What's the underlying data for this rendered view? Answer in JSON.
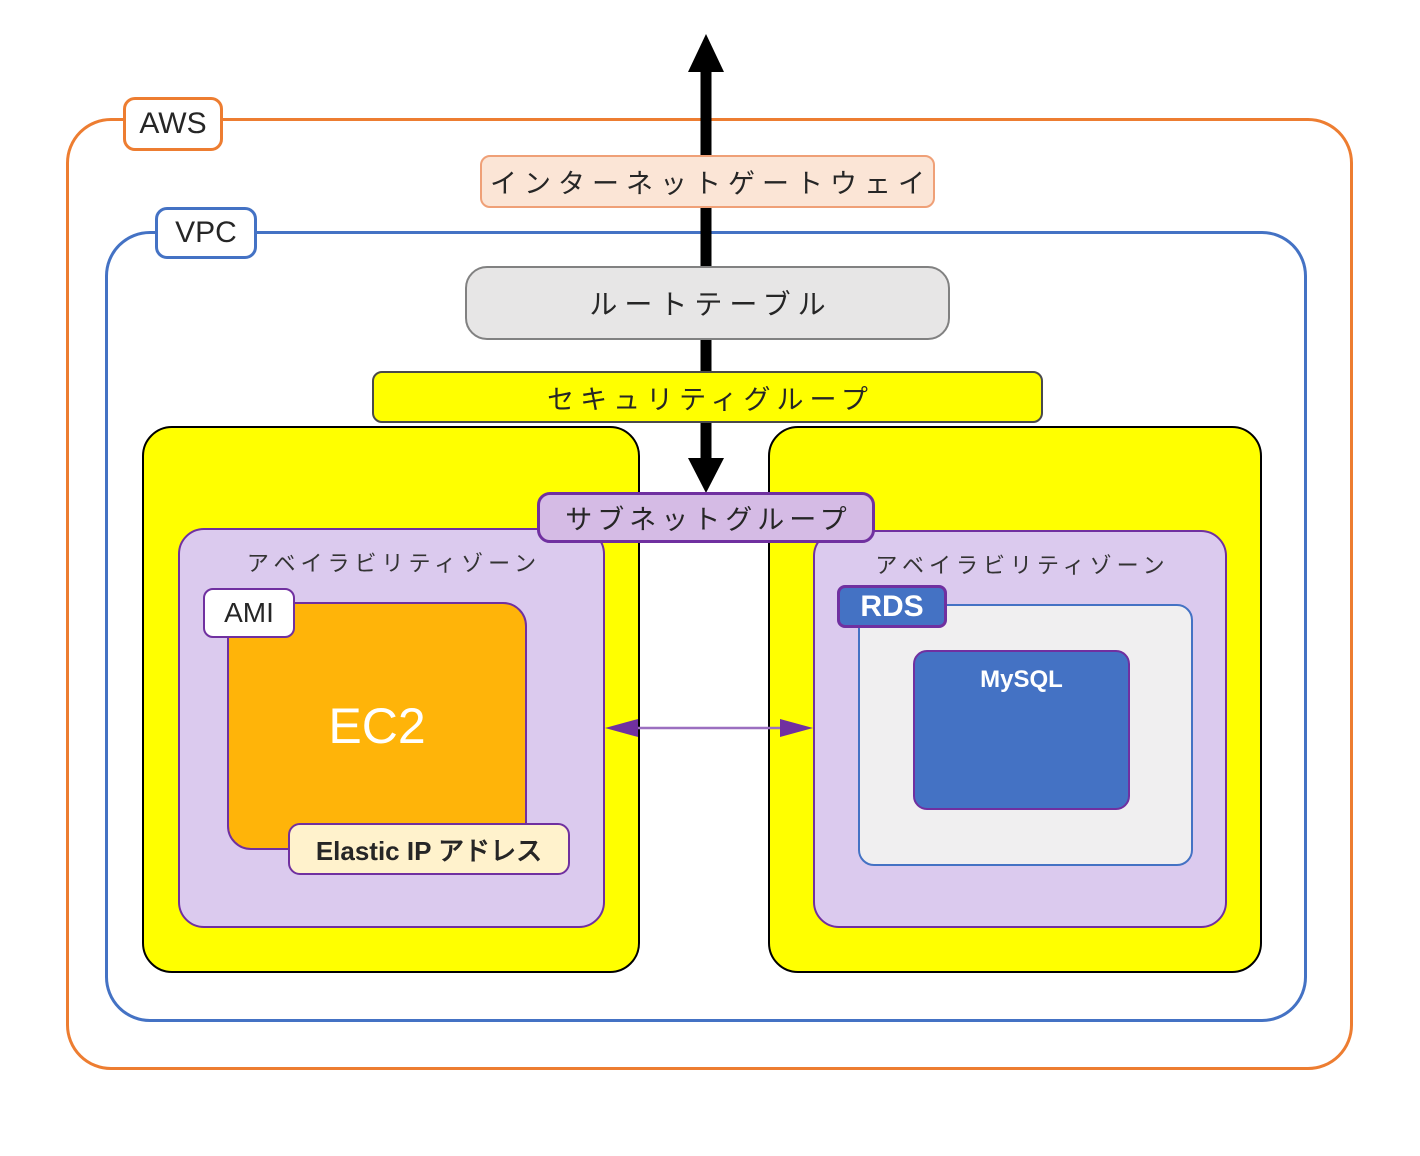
{
  "nodes": {
    "aws": "AWS",
    "vpc": "VPC",
    "internet_gateway": "インターネットゲートウェイ",
    "route_table": "ルートテーブル",
    "security_group": "セキュリティグループ",
    "subnet_group": "サブネットグループ",
    "availability_zone": "アベイラビリティゾーン",
    "ami": "AMI",
    "ec2": "EC2",
    "elastic_ip": "Elastic IP アドレス",
    "rds": "RDS",
    "mysql": "MySQL"
  },
  "colors": {
    "aws_border": "#ED7D31",
    "vpc_border": "#4472C4",
    "internet_gateway_fill": "#FBE5D6",
    "internet_gateway_border": "#EFA077",
    "route_table_fill": "#E7E6E6",
    "route_table_border": "#818181",
    "security_group_fill": "#FFFF00",
    "subnet_fill": "#FFFF00",
    "subnet_border": "#000000",
    "subnet_group_fill": "#D5BBE5",
    "availability_zone_fill": "#DBCAEE",
    "purple_border": "#7030A0",
    "ec2_fill": "#FFB409",
    "elastic_ip_fill": "#FFF2CC",
    "rds_fill": "#4472C4",
    "rds_container_fill": "#F0EFF0",
    "mysql_fill": "#4472C4",
    "internet_arrow": "#000000",
    "az_link_arrow": "#7030A0"
  }
}
